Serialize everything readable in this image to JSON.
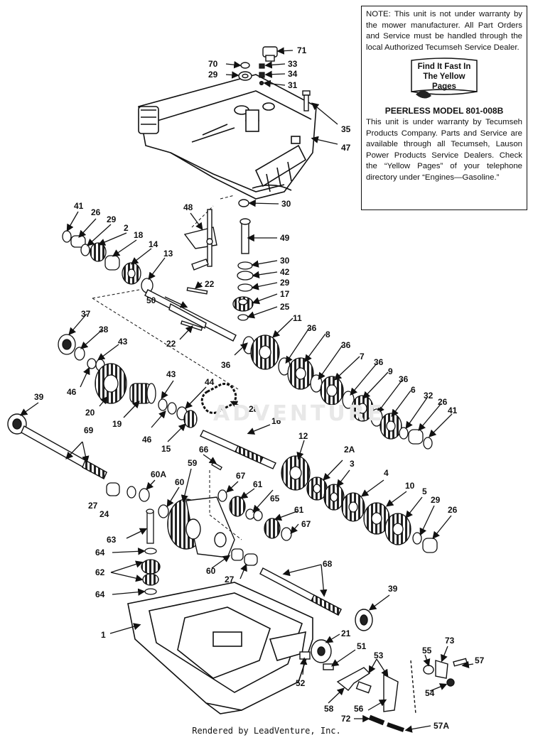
{
  "note": {
    "text": "NOTE: This unit is not under warranty by the mower manufacturer. All Part Orders and Service must be handled through the local Authorized Tecumseh Service Dealer.",
    "yellow_pages_badge": "Find It Fast In The Yellow Pages",
    "model_title": "PEERLESS MODEL 801-008B",
    "warranty_text": "This unit is under warranty by Tecumseh Products Company. Parts and Service are available through all Tecumseh, Lauson Power Products Service Dealers. Check the “Yellow Pages” of your telephone directory under “Engines—Gasoline.”"
  },
  "watermark": "ADVENTURE",
  "footer": "Rendered by LeadVenture, Inc.",
  "callouts": {
    "c71": "71",
    "c70": "70",
    "c33": "33",
    "c29a": "29",
    "c34": "34",
    "c31": "31",
    "c35": "35",
    "c47": "47",
    "c30a": "30",
    "c41a": "41",
    "c26a": "26",
    "c29b": "29",
    "c2": "2",
    "c18": "18",
    "c14": "14",
    "c13": "13",
    "c48": "48",
    "c49": "49",
    "c30b": "30",
    "c42": "42",
    "c29c": "29",
    "c17": "17",
    "c25": "25",
    "c22a": "22",
    "c50": "50",
    "c22b": "22",
    "c37": "37",
    "c38": "38",
    "c43a": "43",
    "c46a": "46",
    "c11": "11",
    "c36a": "36",
    "c8": "8",
    "c36b": "36",
    "c7": "7",
    "c36c": "36",
    "c9": "9",
    "c36d": "36",
    "c6": "6",
    "c32": "32",
    "c26b": "26",
    "c41b": "41",
    "c36e": "36",
    "c20": "20",
    "c43b": "43",
    "c44": "44",
    "c19": "19",
    "c28": "28",
    "c39a": "39",
    "c46b": "46",
    "c15": "15",
    "c16": "16",
    "c69": "69",
    "c12": "12",
    "c2a": "2A",
    "c3": "3",
    "c66": "66",
    "c4": "4",
    "c10": "10",
    "c5": "5",
    "c60a": "60A",
    "c59": "59",
    "c67a": "67",
    "c61a": "61",
    "c27a": "27",
    "c24": "24",
    "c60b": "60",
    "c65": "65",
    "c29d": "29",
    "c26c": "26",
    "c61b": "61",
    "c67b": "67",
    "c63": "63",
    "c64a": "64",
    "c62": "62",
    "c60c": "60",
    "c27b": "27",
    "c68": "68",
    "c64b": "64",
    "c39b": "39",
    "c1": "1",
    "c21": "21",
    "c51": "51",
    "c53": "53",
    "c73": "73",
    "c55": "55",
    "c57": "57",
    "c52": "52",
    "c54": "54",
    "c58": "58",
    "c56": "56",
    "c72": "72",
    "c57a": "57A"
  }
}
